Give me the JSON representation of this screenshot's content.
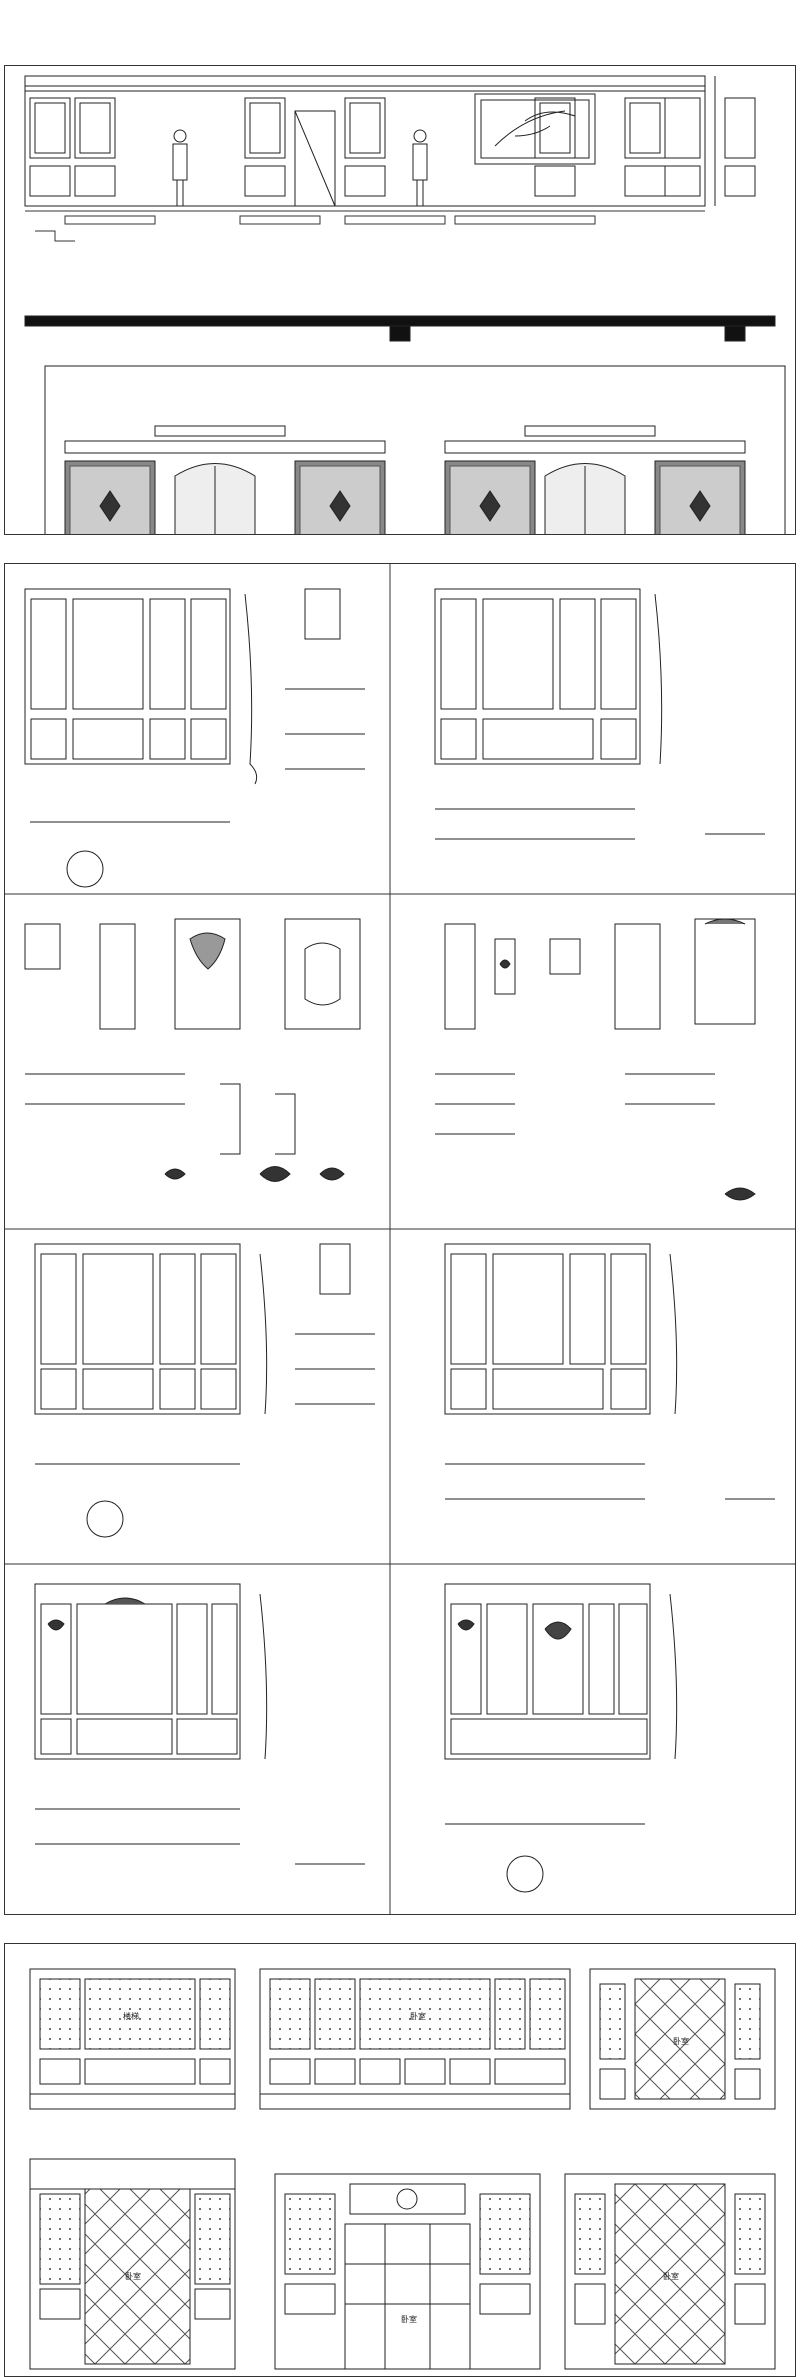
{
  "document": {
    "sections": [
      {
        "id": "elevation-sheet-top",
        "kind": "long-elevation"
      },
      {
        "id": "panel-details-sheet",
        "kind": "detail-grid",
        "panels": 8
      },
      {
        "id": "room-elevations-sheet",
        "kind": "room-elevations",
        "views": 6
      }
    ]
  },
  "labels": {
    "room_label_1": "楼梯",
    "room_label_2": "卧室",
    "room_label_3": "卧室",
    "room_label_4": "卧室",
    "room_label_5": "卧室",
    "room_label_6": "卧室"
  },
  "colors": {
    "line": "#222222",
    "panel_border": "#333333",
    "hatch": "#555555",
    "dark_fill": "#111111"
  }
}
